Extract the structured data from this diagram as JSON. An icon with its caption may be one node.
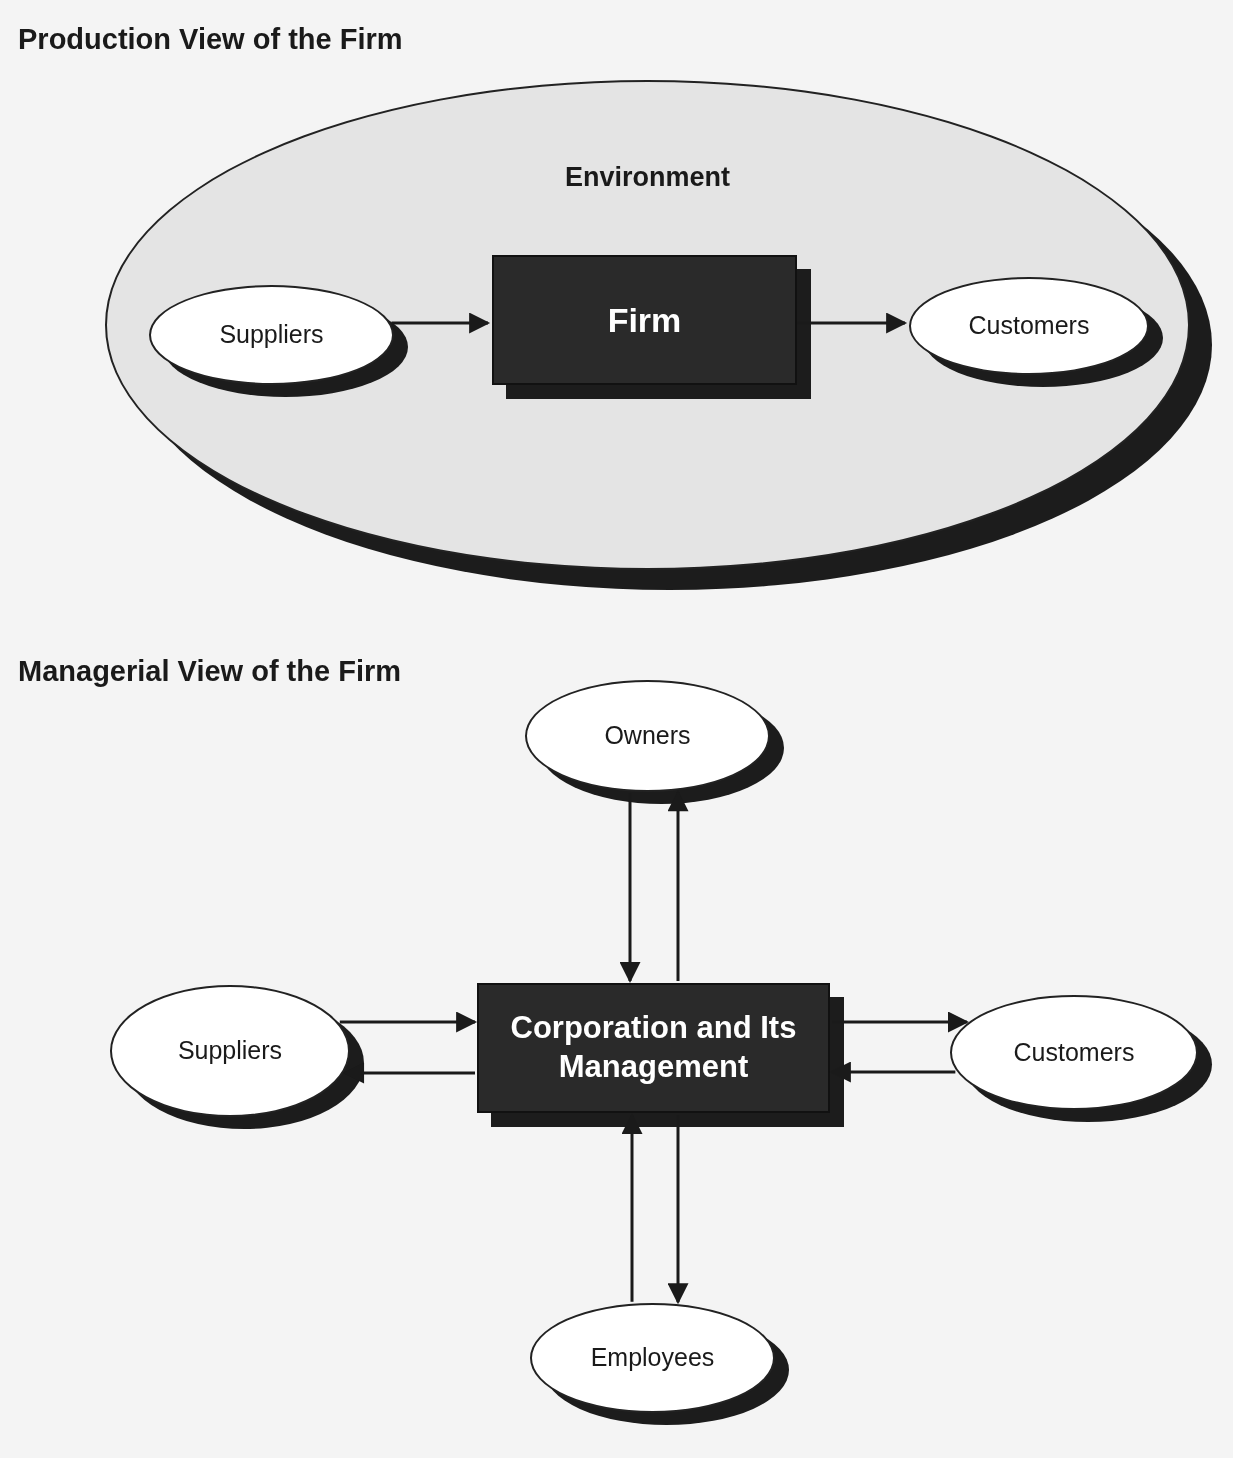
{
  "diagram": {
    "nodes": [
      {
        "text": [
          "Environment"
        ]
      },
      {
        "text": [
          "Suppliers"
        ],
        "in": 0
      },
      {
        "text": [
          "Firm"
        ],
        "in": 0
      },
      {
        "text": [
          "Customers"
        ],
        "in": 0
      },
      {
        "text": [
          "Owners"
        ]
      },
      {
        "text": [
          "Suppliers"
        ]
      },
      {
        "text": [
          "Corporation and Its Management"
        ]
      },
      {
        "text": [
          "Customers"
        ]
      },
      {
        "text": [
          "Employees"
        ]
      }
    ],
    "edges": [
      {
        "from": 1,
        "to": 2,
        "arrow": "to"
      },
      {
        "from": 2,
        "to": 3,
        "arrow": "to"
      },
      {
        "from": 4,
        "to": 6,
        "arrow": "to"
      },
      {
        "from": 6,
        "to": 4,
        "arrow": "to"
      },
      {
        "from": 5,
        "to": 6,
        "arrow": "to"
      },
      {
        "from": 6,
        "to": 5,
        "arrow": "to"
      },
      {
        "from": 6,
        "to": 7,
        "arrow": "to"
      },
      {
        "from": 7,
        "to": 6,
        "arrow": "to"
      },
      {
        "from": 8,
        "to": 6,
        "arrow": "to"
      },
      {
        "from": 6,
        "to": 8,
        "arrow": "to"
      }
    ],
    "labels": [
      "Production View of the Firm",
      "Managerial View of the Firm"
    ]
  }
}
